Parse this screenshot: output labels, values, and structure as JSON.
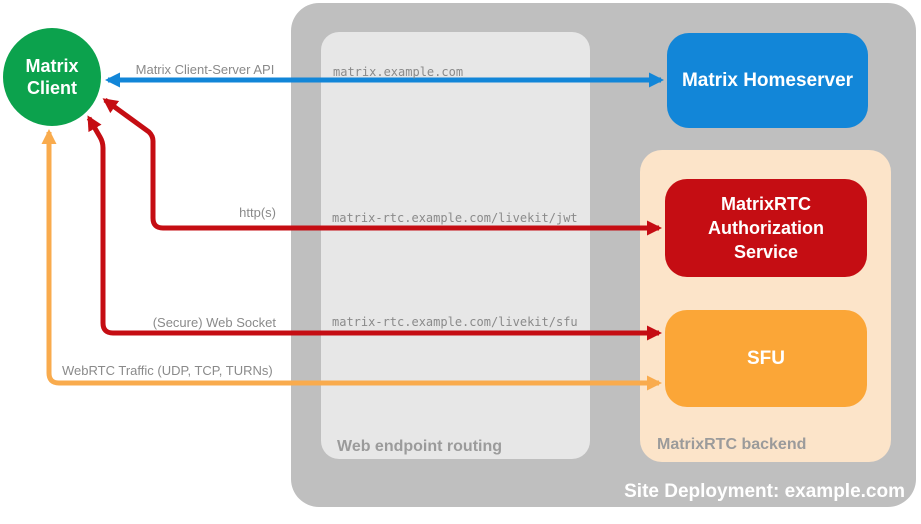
{
  "palette": {
    "client_green": "#0ca24d",
    "homeserver_blue": "#1286d8",
    "auth_red": "#c50d13",
    "sfu_orange": "#fba637",
    "webrtc_arrow_orange": "#f9ab4d",
    "deployment_gray": "#bfbfbf",
    "routing_gray": "#e7e7e7",
    "backend_peach": "#fce4c9",
    "muted_text_gray": "#8a8a8a"
  },
  "client": {
    "label": "Matrix Client"
  },
  "deployment": {
    "title": "Site Deployment: example.com"
  },
  "routing": {
    "title": "Web endpoint routing",
    "endpoints": {
      "homeserver": "matrix.example.com",
      "jwt": "matrix-rtc.example.com/livekit/jwt",
      "sfu": "matrix-rtc.example.com/livekit/sfu"
    }
  },
  "backend": {
    "title": "MatrixRTC backend"
  },
  "nodes": {
    "homeserver": {
      "label": "Matrix Homeserver",
      "color": "#1286d8"
    },
    "auth": {
      "label": "MatrixRTC Authorization Service",
      "color": "#c50d13"
    },
    "sfu": {
      "label": "SFU",
      "color": "#fba637"
    }
  },
  "connections": {
    "cs_api": {
      "label": "Matrix Client-Server API",
      "color": "#1286d8",
      "bidirectional": true
    },
    "http": {
      "label": "http(s)",
      "color": "#c50d13",
      "bidirectional": true
    },
    "websocket": {
      "label": "(Secure) Web Socket",
      "color": "#c50d13",
      "bidirectional": true
    },
    "webrtc": {
      "label": "WebRTC Traffic (UDP, TCP, TURNs)",
      "color": "#f9ab4d",
      "bidirectional": true
    }
  }
}
